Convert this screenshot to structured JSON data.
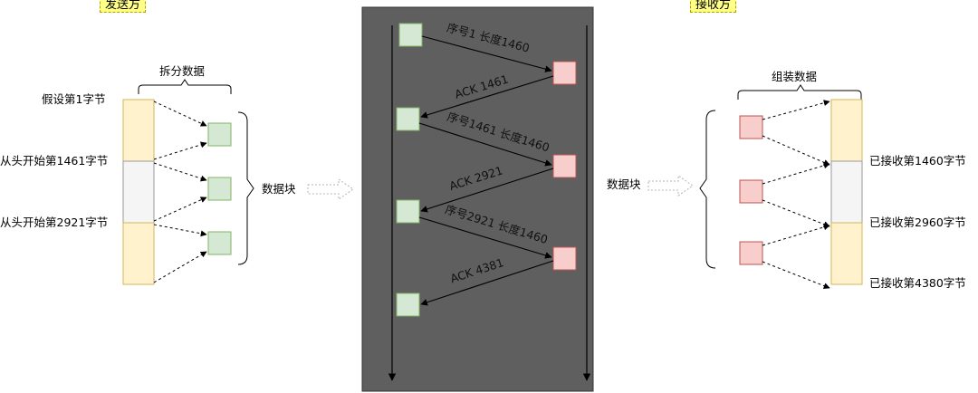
{
  "sender": {
    "tag": "发送方",
    "split_label": "拆分数据",
    "offsets": [
      "假设第1字节",
      "从头开始第1461字节",
      "从头开始第2921字节"
    ],
    "chunk_label": "数据块"
  },
  "transfer": {
    "messages": [
      {
        "label": "序号1 长度1460",
        "direction": "send"
      },
      {
        "label": "ACK 1461",
        "direction": "ack"
      },
      {
        "label": "序号1461 长度1460",
        "direction": "send"
      },
      {
        "label": "ACK 2921",
        "direction": "ack"
      },
      {
        "label": "序号2921 长度1460",
        "direction": "send"
      },
      {
        "label": "ACK 4381",
        "direction": "ack"
      }
    ]
  },
  "receiver": {
    "tag": "接收方",
    "assemble_label": "组装数据",
    "chunk_label": "数据块",
    "received": [
      "已接收第1460字节",
      "已接收第2960字节",
      "已接收第4380字节"
    ]
  },
  "colors": {
    "segment_yellow": "#fff2cc",
    "segment_gray": "#f5f5f5",
    "packet_green": "#d5e8d4",
    "packet_red": "#f8cecc",
    "panel": "#5f5f5f"
  }
}
